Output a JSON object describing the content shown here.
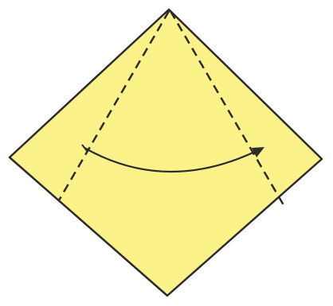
{
  "diagram": {
    "kind": "origami-fold-step",
    "paper_shape": "square-rotated-as-diamond",
    "colors": {
      "paper_fill": "#FCF28A",
      "outline": "#2B2B2B",
      "fold_lines": "#2B2B2B",
      "arrow": "#2B2B2B",
      "background": "#FFFFFF"
    },
    "fold_lines": [
      {
        "name": "valley-fold-left",
        "style": "dashed"
      },
      {
        "name": "valley-fold-right",
        "style": "dashed"
      }
    ],
    "arrow": {
      "direction": "left-to-right",
      "style": "curved",
      "meaning": "fold-over"
    }
  }
}
